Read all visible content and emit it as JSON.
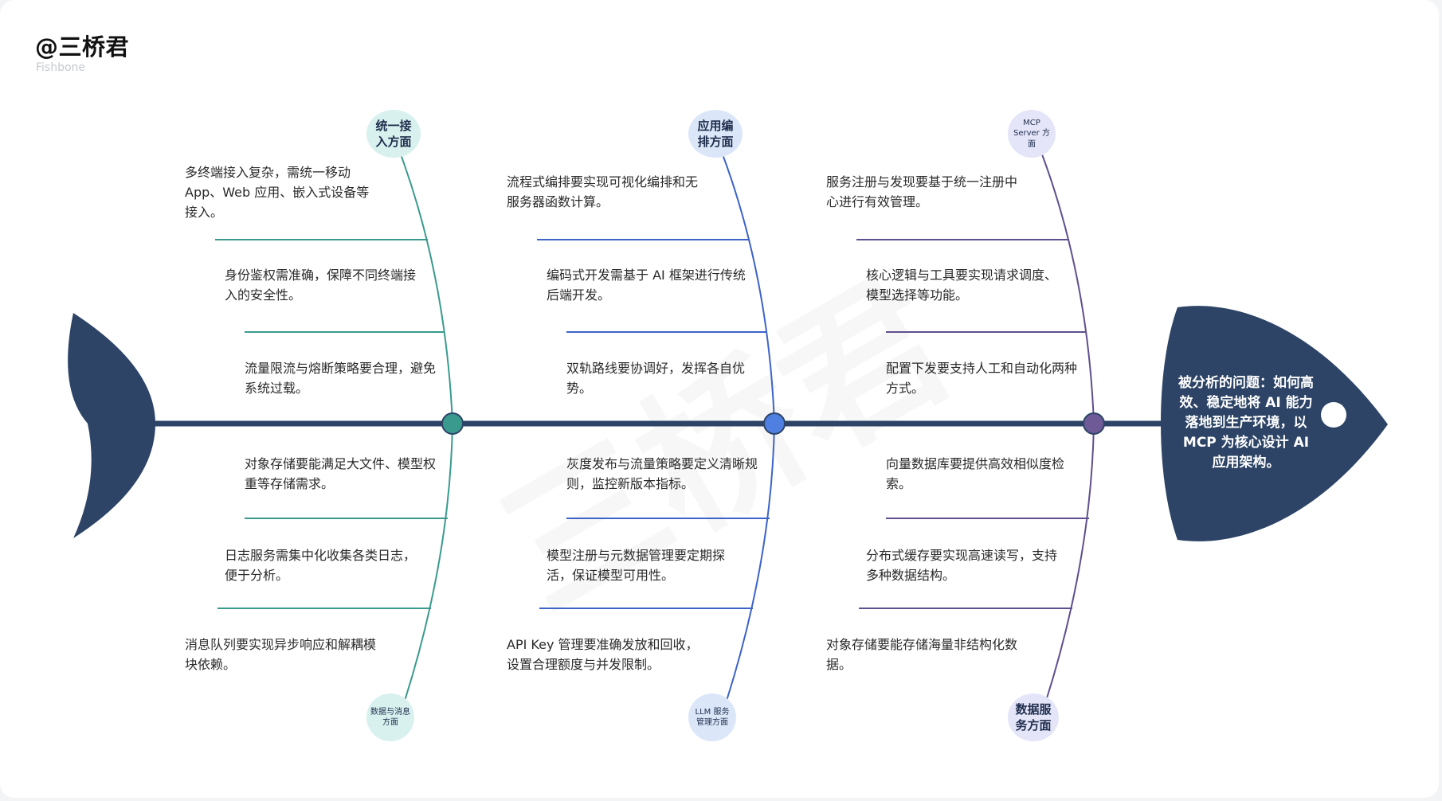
{
  "brand": "@三桥君",
  "subtitle": "Fishbone",
  "watermark": "三桥君",
  "problem": "被分析的问题：如何高效、稳定地将 AI 能力落地到生产环境，以 MCP 为核心设计 AI 应用架构。",
  "colors": {
    "fish": "#2d4466",
    "spine": "#2d4466",
    "group1": "#3a9a8e",
    "group2": "#3d63c9",
    "group3": "#5f4f8e",
    "badge1": "#d8f1ee",
    "badge2": "#dbe7f8",
    "badge3": "#e4e5f8"
  },
  "categories": {
    "top1": "统一接入方面",
    "top2": "应用编排方面",
    "top3": "MCP Server 方面",
    "bottom1": "数据与消息方面",
    "bottom2": "LLM 服务管理方面",
    "bottom3": "数据服务方面"
  },
  "causes": {
    "g1": [
      "多终端接入复杂，需统一移动 App、Web 应用、嵌入式设备等接入。",
      "身份鉴权需准确，保障不同终端接入的安全性。",
      "流量限流与熔断策略要合理，避免系统过载。",
      "对象存储要能满足大文件、模型权重等存储需求。",
      "日志服务需集中化收集各类日志，便于分析。",
      "消息队列要实现异步响应和解耦模块依赖。"
    ],
    "g2": [
      "流程式编排要实现可视化编排和无服务器函数计算。",
      "编码式开发需基于 AI 框架进行传统后端开发。",
      "双轨路线要协调好，发挥各自优势。",
      "灰度发布与流量策略要定义清晰规则，监控新版本指标。",
      "模型注册与元数据管理要定期探活，保证模型可用性。",
      "API Key 管理要准确发放和回收，设置合理额度与并发限制。"
    ],
    "g3": [
      "服务注册与发现要基于统一注册中心进行有效管理。",
      "核心逻辑与工具要实现请求调度、模型选择等功能。",
      "配置下发要支持人工和自动化两种方式。",
      "向量数据库要提供高效相似度检索。",
      "分布式缓存要实现高速读写，支持多种数据结构。",
      "对象存储要能存储海量非结构化数据。"
    ]
  }
}
